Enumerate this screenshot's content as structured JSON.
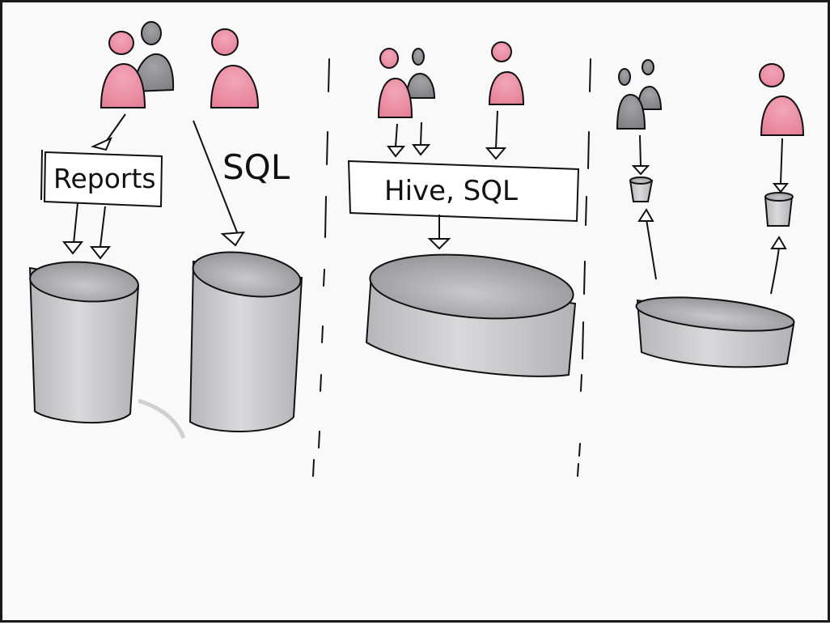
{
  "labels": {
    "reports": "Reports",
    "sql": "SQL",
    "hive_sql": "Hive, SQL"
  },
  "colors": {
    "person_pink": "#e8849b",
    "person_grey": "#8a898d",
    "cylinder_fill": "#c4c4c7",
    "cylinder_top": "#a9a8ac",
    "ink": "#111111",
    "background": "#f9f9f9"
  }
}
